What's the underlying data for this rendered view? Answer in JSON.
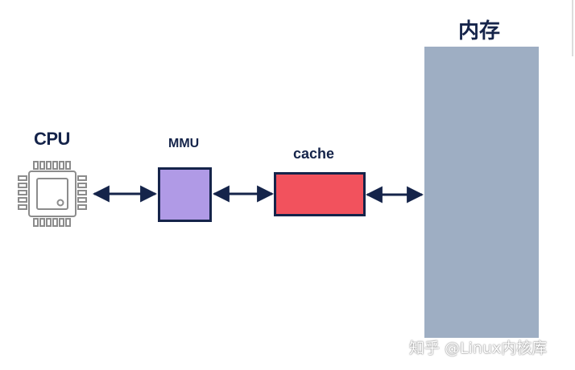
{
  "labels": {
    "cpu": "CPU",
    "mmu": "MMU",
    "cache": "cache",
    "memory": "内存"
  },
  "watermark": "知乎 @Linux内核库",
  "colors": {
    "ink": "#15244a",
    "mmu_fill": "#b09ae6",
    "cache_fill": "#f2525d",
    "memory_fill": "#9eaec3",
    "chip_outline": "#8c8c8c"
  },
  "icons": {
    "cpu": "cpu-chip-icon"
  }
}
